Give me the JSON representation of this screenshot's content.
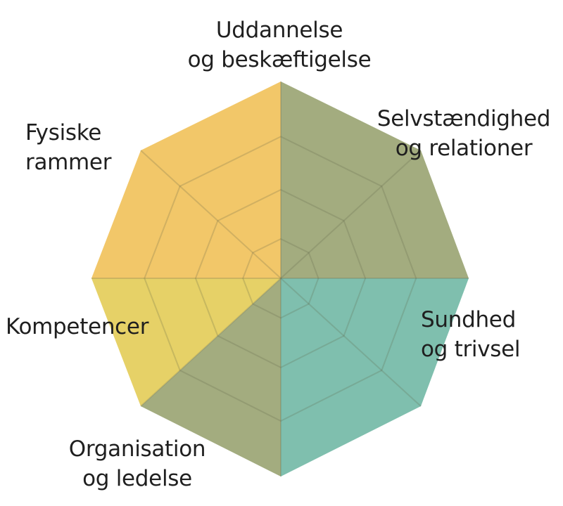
{
  "diagram": {
    "segments": [
      {
        "id": "uddannelse",
        "lines": [
          "Uddannelse",
          "og beskæftigelse"
        ],
        "color": "#a3ac7f"
      },
      {
        "id": "selvstaendighed",
        "lines": [
          "Selvstændighed",
          "og relationer"
        ],
        "color": "#a3ac7f"
      },
      {
        "id": "sundhed",
        "lines": [
          "Sundhed",
          "og trivsel"
        ],
        "color": "#7fbfae"
      },
      {
        "id": "organisation",
        "lines": [
          "Organisation",
          "og ledelse"
        ],
        "color": "#a3ac7f"
      },
      {
        "id": "kompetencer",
        "lines": [
          "Kompetencer"
        ],
        "color": "#e6d167"
      },
      {
        "id": "fysiske",
        "lines": [
          "Fysiske",
          "rammer"
        ],
        "color": "#f2c769"
      }
    ]
  }
}
